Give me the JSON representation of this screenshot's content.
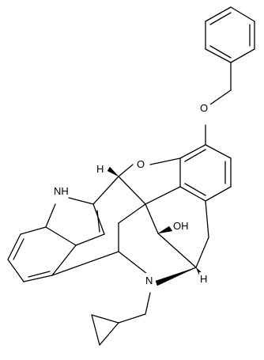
{
  "labels": {
    "oxygen_ether": "O",
    "oxygen_ring": "O",
    "nitrogen_indole": "NH",
    "nitrogen_amine": "N",
    "hydroxyl": "OH",
    "h_upper": "H",
    "h_lower": "H"
  },
  "colors": {
    "line": "#000000",
    "background": "#ffffff"
  }
}
